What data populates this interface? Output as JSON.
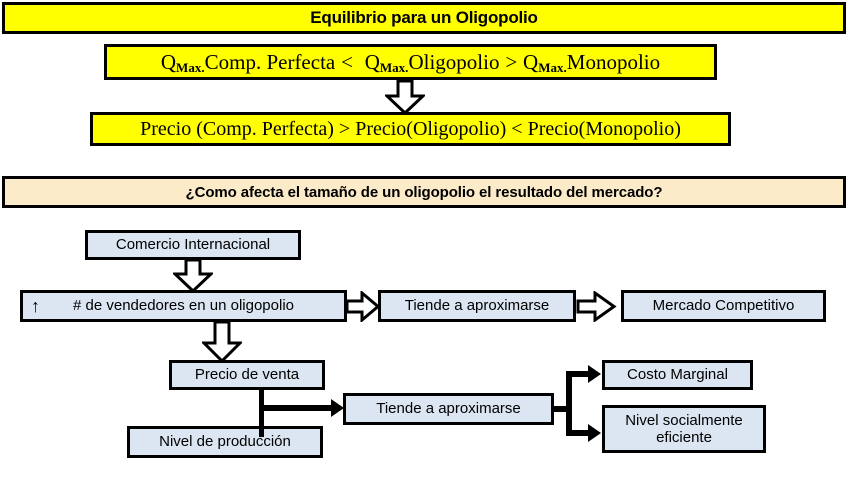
{
  "title_banner": {
    "text": "Equilibrio para un Oligopolio",
    "background": "#FFFF00"
  },
  "question_banner": {
    "text": "¿Como afecta el tamaño de un oligopolio el resultado del mercado?",
    "background": "#FCEBC8"
  },
  "equations": {
    "quantity": {
      "segments": [
        {
          "base": "Q",
          "sub": "Max.",
          "tail": "Comp. Perfecta"
        },
        {
          "op": "<"
        },
        {
          "base": "Q",
          "sub": "Max.",
          "tail": "Oligopolio"
        },
        {
          "op": ">"
        },
        {
          "base": "Q",
          "sub": "Max.",
          "tail": "Monopolio"
        }
      ],
      "plain": "Q Max. Comp. Perfecta <  Q Max. Oligopolio > Q Max. Monopolio"
    },
    "price": {
      "text": "Precio (Comp. Perfecta) > Precio(Oligopolio) < Precio(Monopolio)",
      "parts": [
        "Precio (Comp. Perfecta)",
        ">",
        "Precio(Oligopolio)",
        "<",
        "Precio(Monopolio)"
      ]
    }
  },
  "flow": {
    "node_fill": "#DCE6F2",
    "nodes": [
      {
        "id": "comercio",
        "label": "Comercio Internacional"
      },
      {
        "id": "vendedores",
        "label": "# de vendedores en un oligopolio",
        "marker": "↑"
      },
      {
        "id": "tiende1",
        "label": "Tiende a aproximarse"
      },
      {
        "id": "mercado",
        "label": "Mercado Competitivo"
      },
      {
        "id": "precio",
        "label": "Precio de venta"
      },
      {
        "id": "tiende2",
        "label": "Tiende a aproximarse"
      },
      {
        "id": "nivelprod",
        "label": "Nivel de producción"
      },
      {
        "id": "costo",
        "label": "Costo Marginal"
      },
      {
        "id": "socialmente",
        "label": "Nivel socialmente eficiente"
      }
    ]
  }
}
